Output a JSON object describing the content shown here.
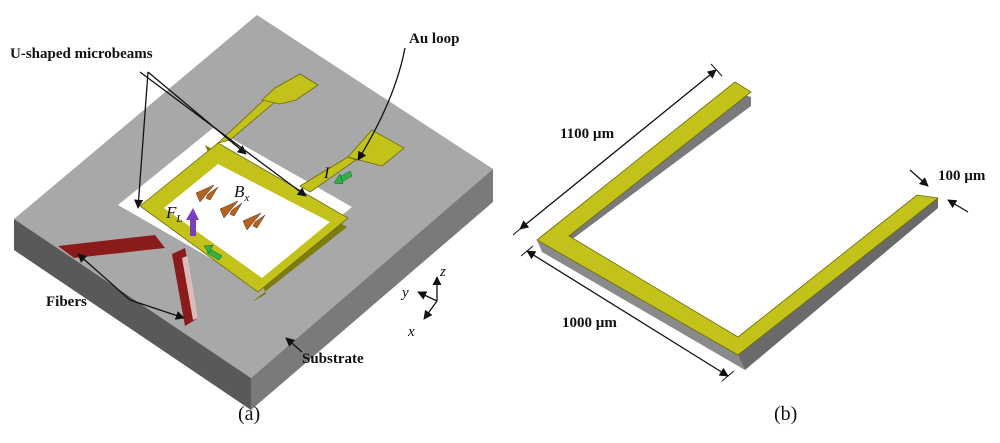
{
  "labels": {
    "u_beams": "U-shaped microbeams",
    "au_loop": "Au loop",
    "current": "I",
    "field": "B",
    "field_sub": "x",
    "force": "F",
    "force_sub": "L",
    "fibers": "Fibers",
    "substrate": "Substrate",
    "axis_x": "x",
    "axis_y": "y",
    "axis_z": "z",
    "dim_1100": "1100 µm",
    "dim_1000": "1000 µm",
    "dim_100": "100 µm",
    "cap_a": "(a)",
    "cap_b": "(b)"
  },
  "colors": {
    "gold": "#c2c21a",
    "substrate_top": "#a8a8a8",
    "substrate_side": "#595959",
    "fiber": "#8b1a1a",
    "field_arrow": "#b5621e",
    "current_arrow": "#2fb34a",
    "force_arrow": "#7a3fbf"
  }
}
